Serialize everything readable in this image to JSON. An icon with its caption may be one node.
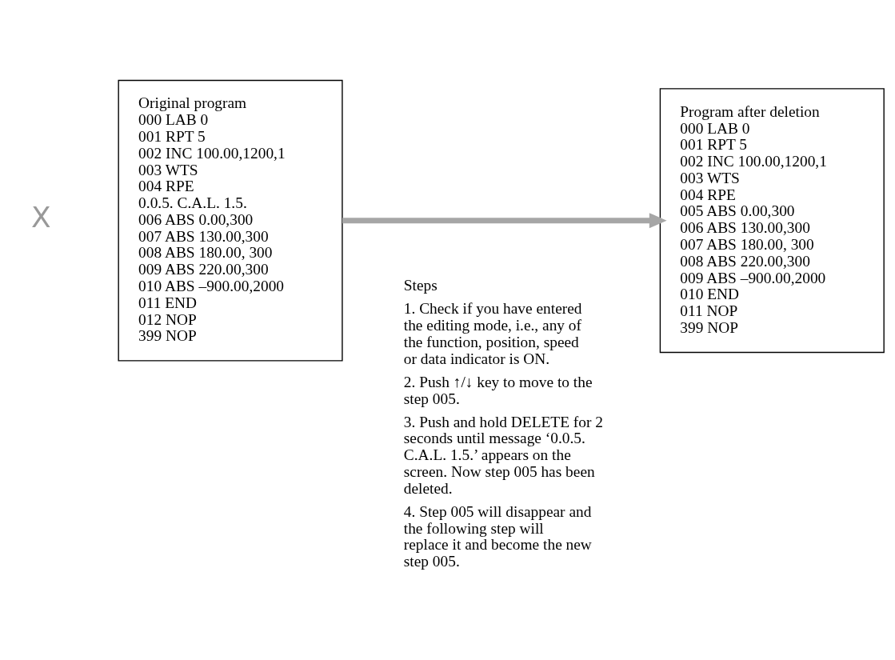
{
  "diagram": {
    "nodes": [
      {
        "text": [
          "Original program",
          "000 LAB 0",
          "001 RPT 5",
          "002 INC 100.00,1200,1",
          "003 WTS",
          "004 RPE",
          "0.0.5. C.A.L. 1.5.",
          "006 ABS 0.00,300",
          "007 ABS 130.00,300",
          "008 ABS 180.00, 300",
          "009 ABS 220.00,300",
          "010 ABS –900.00,2000",
          "011 END",
          "012 NOP",
          "399 NOP"
        ]
      },
      {
        "text": [
          "Program after deletion",
          "000 LAB 0",
          "001 RPT 5",
          "002 INC 100.00,1200,1",
          "003 WTS",
          "004 RPE",
          "005 ABS 0.00,300",
          "006 ABS 130.00,300",
          "007 ABS 180.00, 300",
          "008 ABS 220.00,300",
          "009 ABS –900.00,2000",
          "010 END",
          "011 NOP",
          "399 NOP"
        ]
      }
    ],
    "edges": [
      {
        "from": 0,
        "to": 1,
        "arrow": "to",
        "color": "#a6a6a6"
      }
    ],
    "labels": [
      "X",
      "Steps",
      "1. Check if you have entered the editing mode, i.e., any of the function, position, speed or data indicator is ON.",
      "2. Push ↑/↓ key to move to the step 005.",
      "3. Push and hold DELETE for 2 seconds until message ‘0.0.5. C.A.L. 1.5.’ appears on the screen. Now step 005 has been deleted.",
      "4. Step 005 will disappear and the following step will replace it and become the new step 005."
    ]
  }
}
